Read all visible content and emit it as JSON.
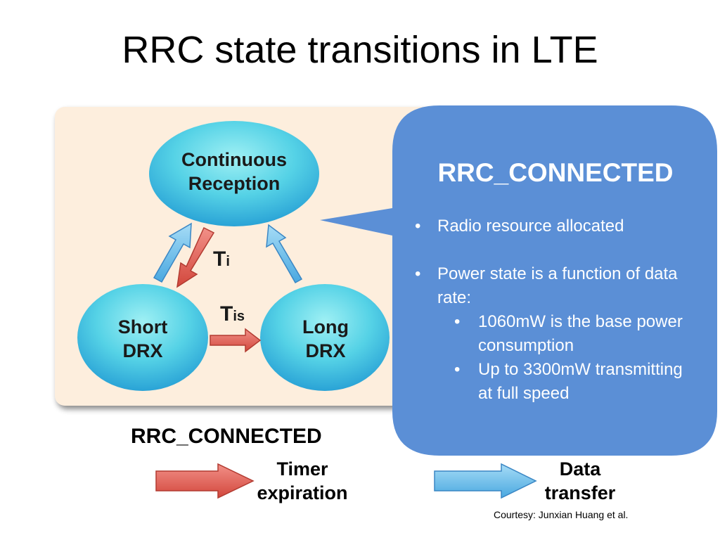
{
  "slide": {
    "title": "RRC state transitions in LTE",
    "state_label": "RRC_CONNECTED",
    "courtesy": "Courtesy: Junxian Huang et al."
  },
  "diagram": {
    "nodes": {
      "continuous": [
        "Continuous",
        "Reception"
      ],
      "short_drx": [
        "Short",
        "DRX"
      ],
      "long_drx": [
        "Long",
        "DRX"
      ]
    },
    "timers": {
      "ti": {
        "main": "T",
        "sub": "i"
      },
      "tis": {
        "main": "T",
        "sub": "is"
      }
    }
  },
  "legend": {
    "timer": [
      "Timer",
      "expiration"
    ],
    "data": [
      "Data",
      "transfer"
    ]
  },
  "callout": {
    "title": "RRC_CONNECTED",
    "bullet1": "Radio resource allocated",
    "bullet2": "Power state is a function of data rate:",
    "sub1": "1060mW is the base power consumption",
    "sub2": "Up to 3300mW transmitting at full speed"
  },
  "colors": {
    "callout": "#5b8fd6",
    "timer_arrow": "#e06055",
    "data_arrow": "#6cb8e8",
    "node": "#44c9e0",
    "panel": "#fdeedd"
  }
}
